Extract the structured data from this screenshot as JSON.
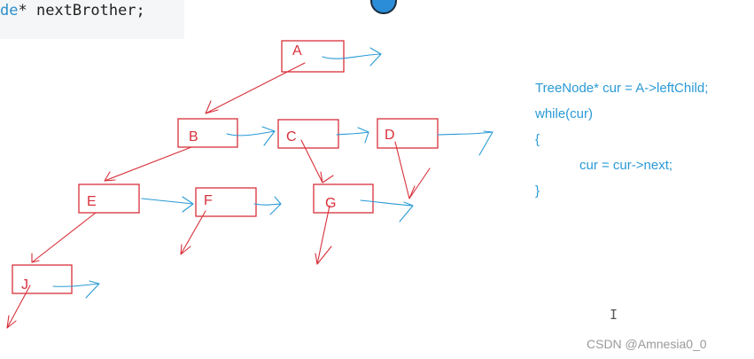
{
  "code_header": {
    "prefix": "de",
    "text": "* nextBrother;"
  },
  "nodes": {
    "A": "A",
    "B": "B",
    "C": "C",
    "D": "D",
    "E": "E",
    "F": "F",
    "G": "G",
    "J": "J"
  },
  "snippet": {
    "line1": "TreeNode* cur = A->leftChild;",
    "line2": "while(cur)",
    "line3": "{",
    "line4": "cur = cur->next;",
    "line5": "}"
  },
  "cursor": "I",
  "watermark": "CSDN @Amnesia0_0",
  "colors": {
    "node": "#d8303a",
    "link": "#2a9ad6",
    "code": "#2a9ad6"
  }
}
